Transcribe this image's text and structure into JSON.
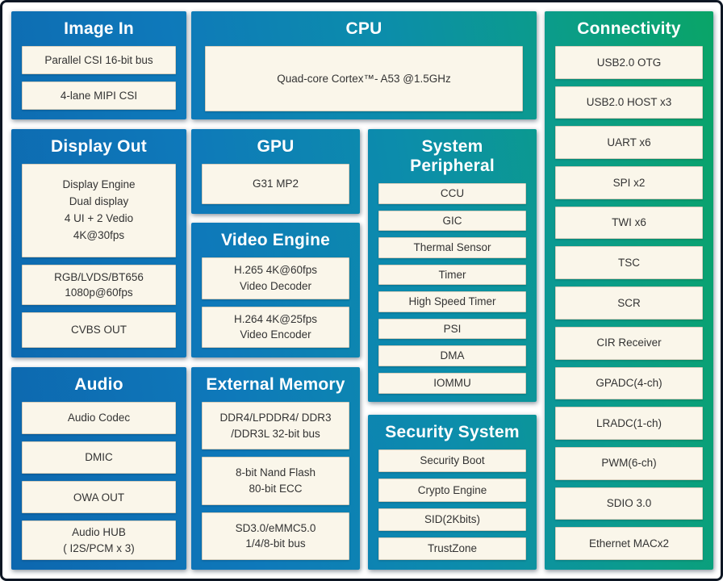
{
  "panels": {
    "image_in": {
      "title": "Image In",
      "boxes": [
        "Parallel CSI 16-bit bus",
        "4-lane MIPI CSI"
      ]
    },
    "cpu": {
      "title": "CPU",
      "boxes": [
        "Quad-core Cortex™- A53 @1.5GHz"
      ]
    },
    "connectivity": {
      "title": "Connectivity",
      "boxes": [
        "USB2.0 OTG",
        "USB2.0 HOST x3",
        "UART x6",
        "SPI x2",
        "TWI x6",
        "TSC",
        "SCR",
        "CIR Receiver",
        "GPADC(4-ch)",
        "LRADC(1-ch)",
        "PWM(6-ch)",
        "SDIO 3.0",
        "Ethernet MACx2"
      ]
    },
    "display_out": {
      "title": "Display Out",
      "boxes": [
        "Display Engine\nDual display\n4 UI  + 2 Vedio\n4K@30fps",
        "RGB/LVDS/BT656\n1080p@60fps",
        "CVBS OUT"
      ]
    },
    "gpu": {
      "title": "GPU",
      "boxes": [
        "G31 MP2"
      ]
    },
    "video_engine": {
      "title": "Video Engine",
      "boxes": [
        "H.265 4K@60fps\nVideo Decoder",
        "H.264 4K@25fps\nVideo Encoder"
      ]
    },
    "system_peripheral": {
      "title": "System Peripheral",
      "boxes": [
        "CCU",
        "GIC",
        "Thermal Sensor",
        "Timer",
        "High Speed Timer",
        "PSI",
        "DMA",
        "IOMMU"
      ]
    },
    "audio": {
      "title": "Audio",
      "boxes": [
        "Audio Codec",
        "DMIC",
        "OWA OUT",
        "Audio HUB\n( I2S/PCM x 3)"
      ]
    },
    "external_memory": {
      "title": "External Memory",
      "boxes": [
        "DDR4/LPDDR4/ DDR3\n/DDR3L 32-bit bus",
        "8-bit Nand Flash\n80-bit ECC",
        "SD3.0/eMMC5.0\n1/4/8-bit bus"
      ]
    },
    "security_system": {
      "title": "Security System",
      "boxes": [
        "Security Boot",
        "Crypto Engine",
        "SID(2Kbits)",
        "TrustZone"
      ]
    }
  },
  "colors": {
    "gradient_blue": "#0d66ae",
    "gradient_teal": "#0c8dab",
    "gradient_green": "#0aa565",
    "box_background": "#faf6ea",
    "box_border": "#d6cfbd",
    "frame": "#0d1623"
  }
}
